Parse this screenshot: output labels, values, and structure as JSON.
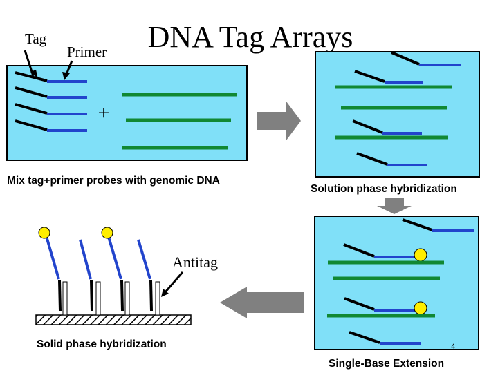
{
  "title": "DNA Tag Arrays",
  "labels": {
    "tag": "Tag",
    "primer": "Primer",
    "plus": "+",
    "antitag": "Antitag",
    "page_number": "4"
  },
  "captions": {
    "mix": "Mix tag+primer probes with genomic DNA",
    "solution": "Solution phase hybridization",
    "solid": "Solid phase hybridization",
    "extension": "Single-Base Extension"
  },
  "colors": {
    "water": "#80e0f8",
    "tag_strand": "#000000",
    "primer_strand": "#2244cc",
    "genomic_dna": "#118833",
    "arrow": "#808080",
    "dye": "#ffee00",
    "substrate_hatch": "#000000"
  }
}
